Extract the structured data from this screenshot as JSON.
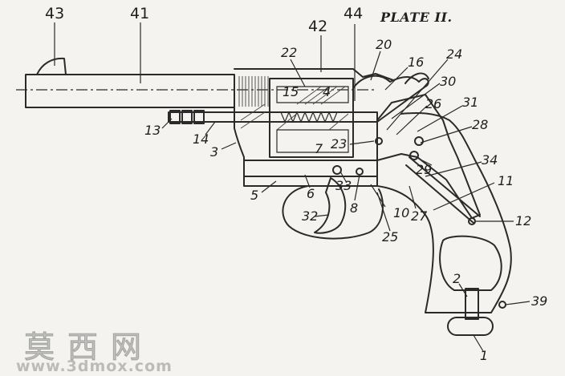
{
  "plate_title": "PLATE II.",
  "watermark": {
    "text_cn": "莫西网",
    "url": "www.3dmox.com"
  },
  "callouts": [
    {
      "id": "43",
      "text": "43"
    },
    {
      "id": "41",
      "text": "41"
    },
    {
      "id": "42",
      "text": "42"
    },
    {
      "id": "44",
      "text": "44"
    },
    {
      "id": "22",
      "text": "22"
    },
    {
      "id": "20",
      "text": "20"
    },
    {
      "id": "16",
      "text": "16"
    },
    {
      "id": "24",
      "text": "24"
    },
    {
      "id": "30",
      "text": "30"
    },
    {
      "id": "15",
      "text": "15"
    },
    {
      "id": "4",
      "text": "4"
    },
    {
      "id": "26",
      "text": "26"
    },
    {
      "id": "31",
      "text": "31"
    },
    {
      "id": "28",
      "text": "28"
    },
    {
      "id": "13",
      "text": "13"
    },
    {
      "id": "14",
      "text": "14"
    },
    {
      "id": "3",
      "text": "3"
    },
    {
      "id": "23",
      "text": "23"
    },
    {
      "id": "7",
      "text": "7"
    },
    {
      "id": "29",
      "text": "29"
    },
    {
      "id": "34",
      "text": "34"
    },
    {
      "id": "11",
      "text": "11"
    },
    {
      "id": "33",
      "text": "33"
    },
    {
      "id": "5",
      "text": "5"
    },
    {
      "id": "6",
      "text": "6"
    },
    {
      "id": "8",
      "text": "8"
    },
    {
      "id": "32",
      "text": "32"
    },
    {
      "id": "10",
      "text": "10"
    },
    {
      "id": "27",
      "text": "27"
    },
    {
      "id": "12",
      "text": "12"
    },
    {
      "id": "25",
      "text": "25"
    },
    {
      "id": "2",
      "text": "2"
    },
    {
      "id": "39",
      "text": "39"
    },
    {
      "id": "1",
      "text": "1"
    }
  ]
}
